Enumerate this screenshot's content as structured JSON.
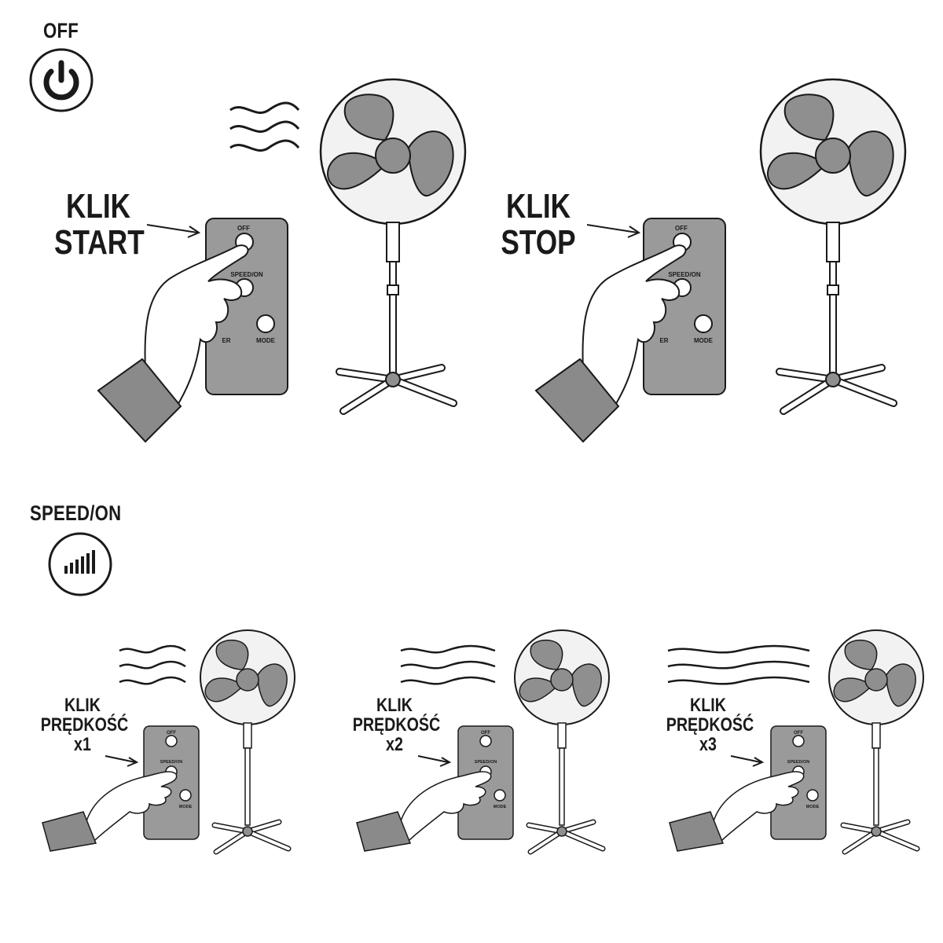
{
  "sections": {
    "off": {
      "label": "OFF",
      "icon": "power-icon"
    },
    "speed": {
      "label": "SPEED/ON",
      "icon": "speed-bars-icon"
    }
  },
  "top_panels": [
    {
      "line1": "KLIK",
      "line2": "START"
    },
    {
      "line1": "KLIK",
      "line2": "STOP"
    }
  ],
  "bottom_panels": [
    {
      "line1": "KLIK",
      "line2": "PRĘDKOŚĆ",
      "line3": "x1"
    },
    {
      "line1": "KLIK",
      "line2": "PRĘDKOŚĆ",
      "line3": "x2"
    },
    {
      "line1": "KLIK",
      "line2": "PRĘDKOŚĆ",
      "line3": "x3"
    }
  ],
  "remote": {
    "off_label": "OFF",
    "speed_label": "SPEED/ON",
    "mode_label": "MODE",
    "timer_partial": "ER"
  },
  "colors": {
    "fan_blade": "#8f8f8f",
    "remote_body": "#9a9a9a",
    "sleeve": "#8a8a8a",
    "stroke": "#1a1a1a"
  }
}
